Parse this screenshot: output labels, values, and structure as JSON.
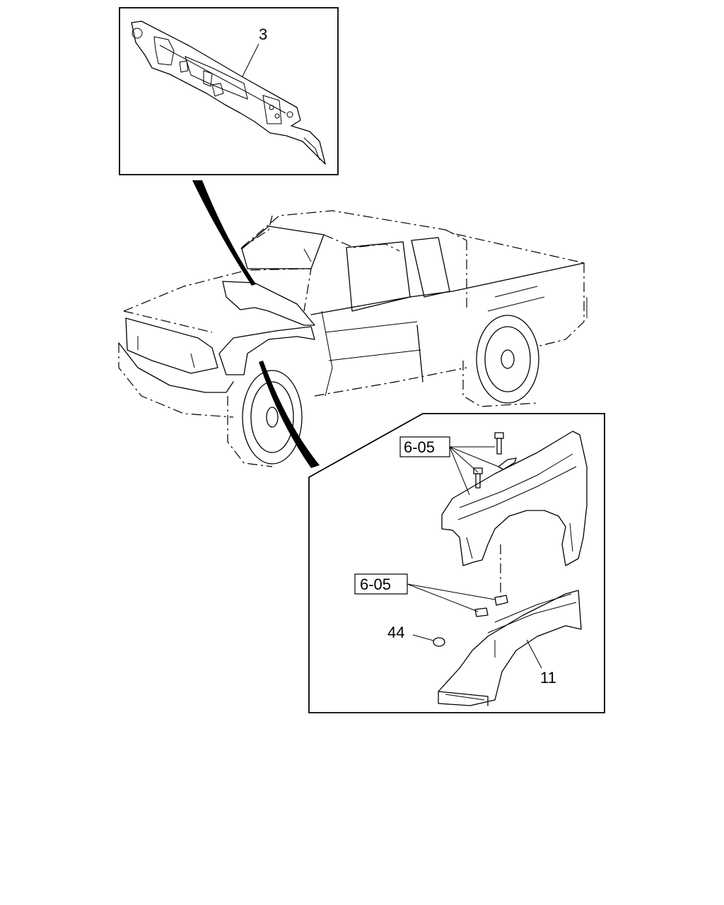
{
  "callouts": {
    "part_3": "3",
    "ref_fender_bolts": "6-05",
    "ref_liner_bolts": "6-05",
    "part_44": "44",
    "part_11": "11"
  }
}
